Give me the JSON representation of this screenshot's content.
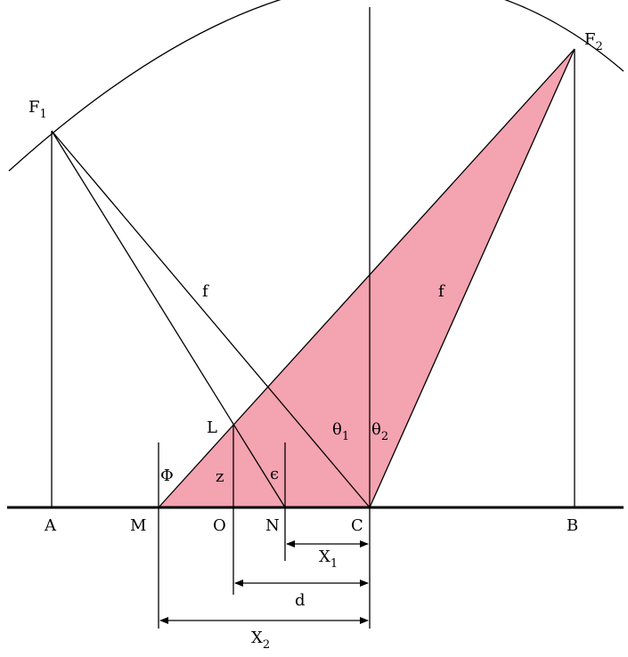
{
  "colors": {
    "shade": "#f4a3b0",
    "line": "#000000",
    "background": "#ffffff"
  },
  "labels": {
    "f1_main": "F",
    "f1_sub": "1",
    "f2_main": "F",
    "f2_sub": "2",
    "f_left": "f",
    "f_right": "f",
    "L": "L",
    "phi": "Φ",
    "z": "z",
    "epsilon": "ϵ",
    "theta1_main": "θ",
    "theta1_sub": "1",
    "theta2_main": "θ",
    "theta2_sub": "2",
    "A": "A",
    "M": "M",
    "O": "O",
    "N": "N",
    "C": "C",
    "B": "B",
    "x1_main": "X",
    "x1_sub": "1",
    "d": "d",
    "x2_main": "X",
    "x2_sub": "2"
  }
}
